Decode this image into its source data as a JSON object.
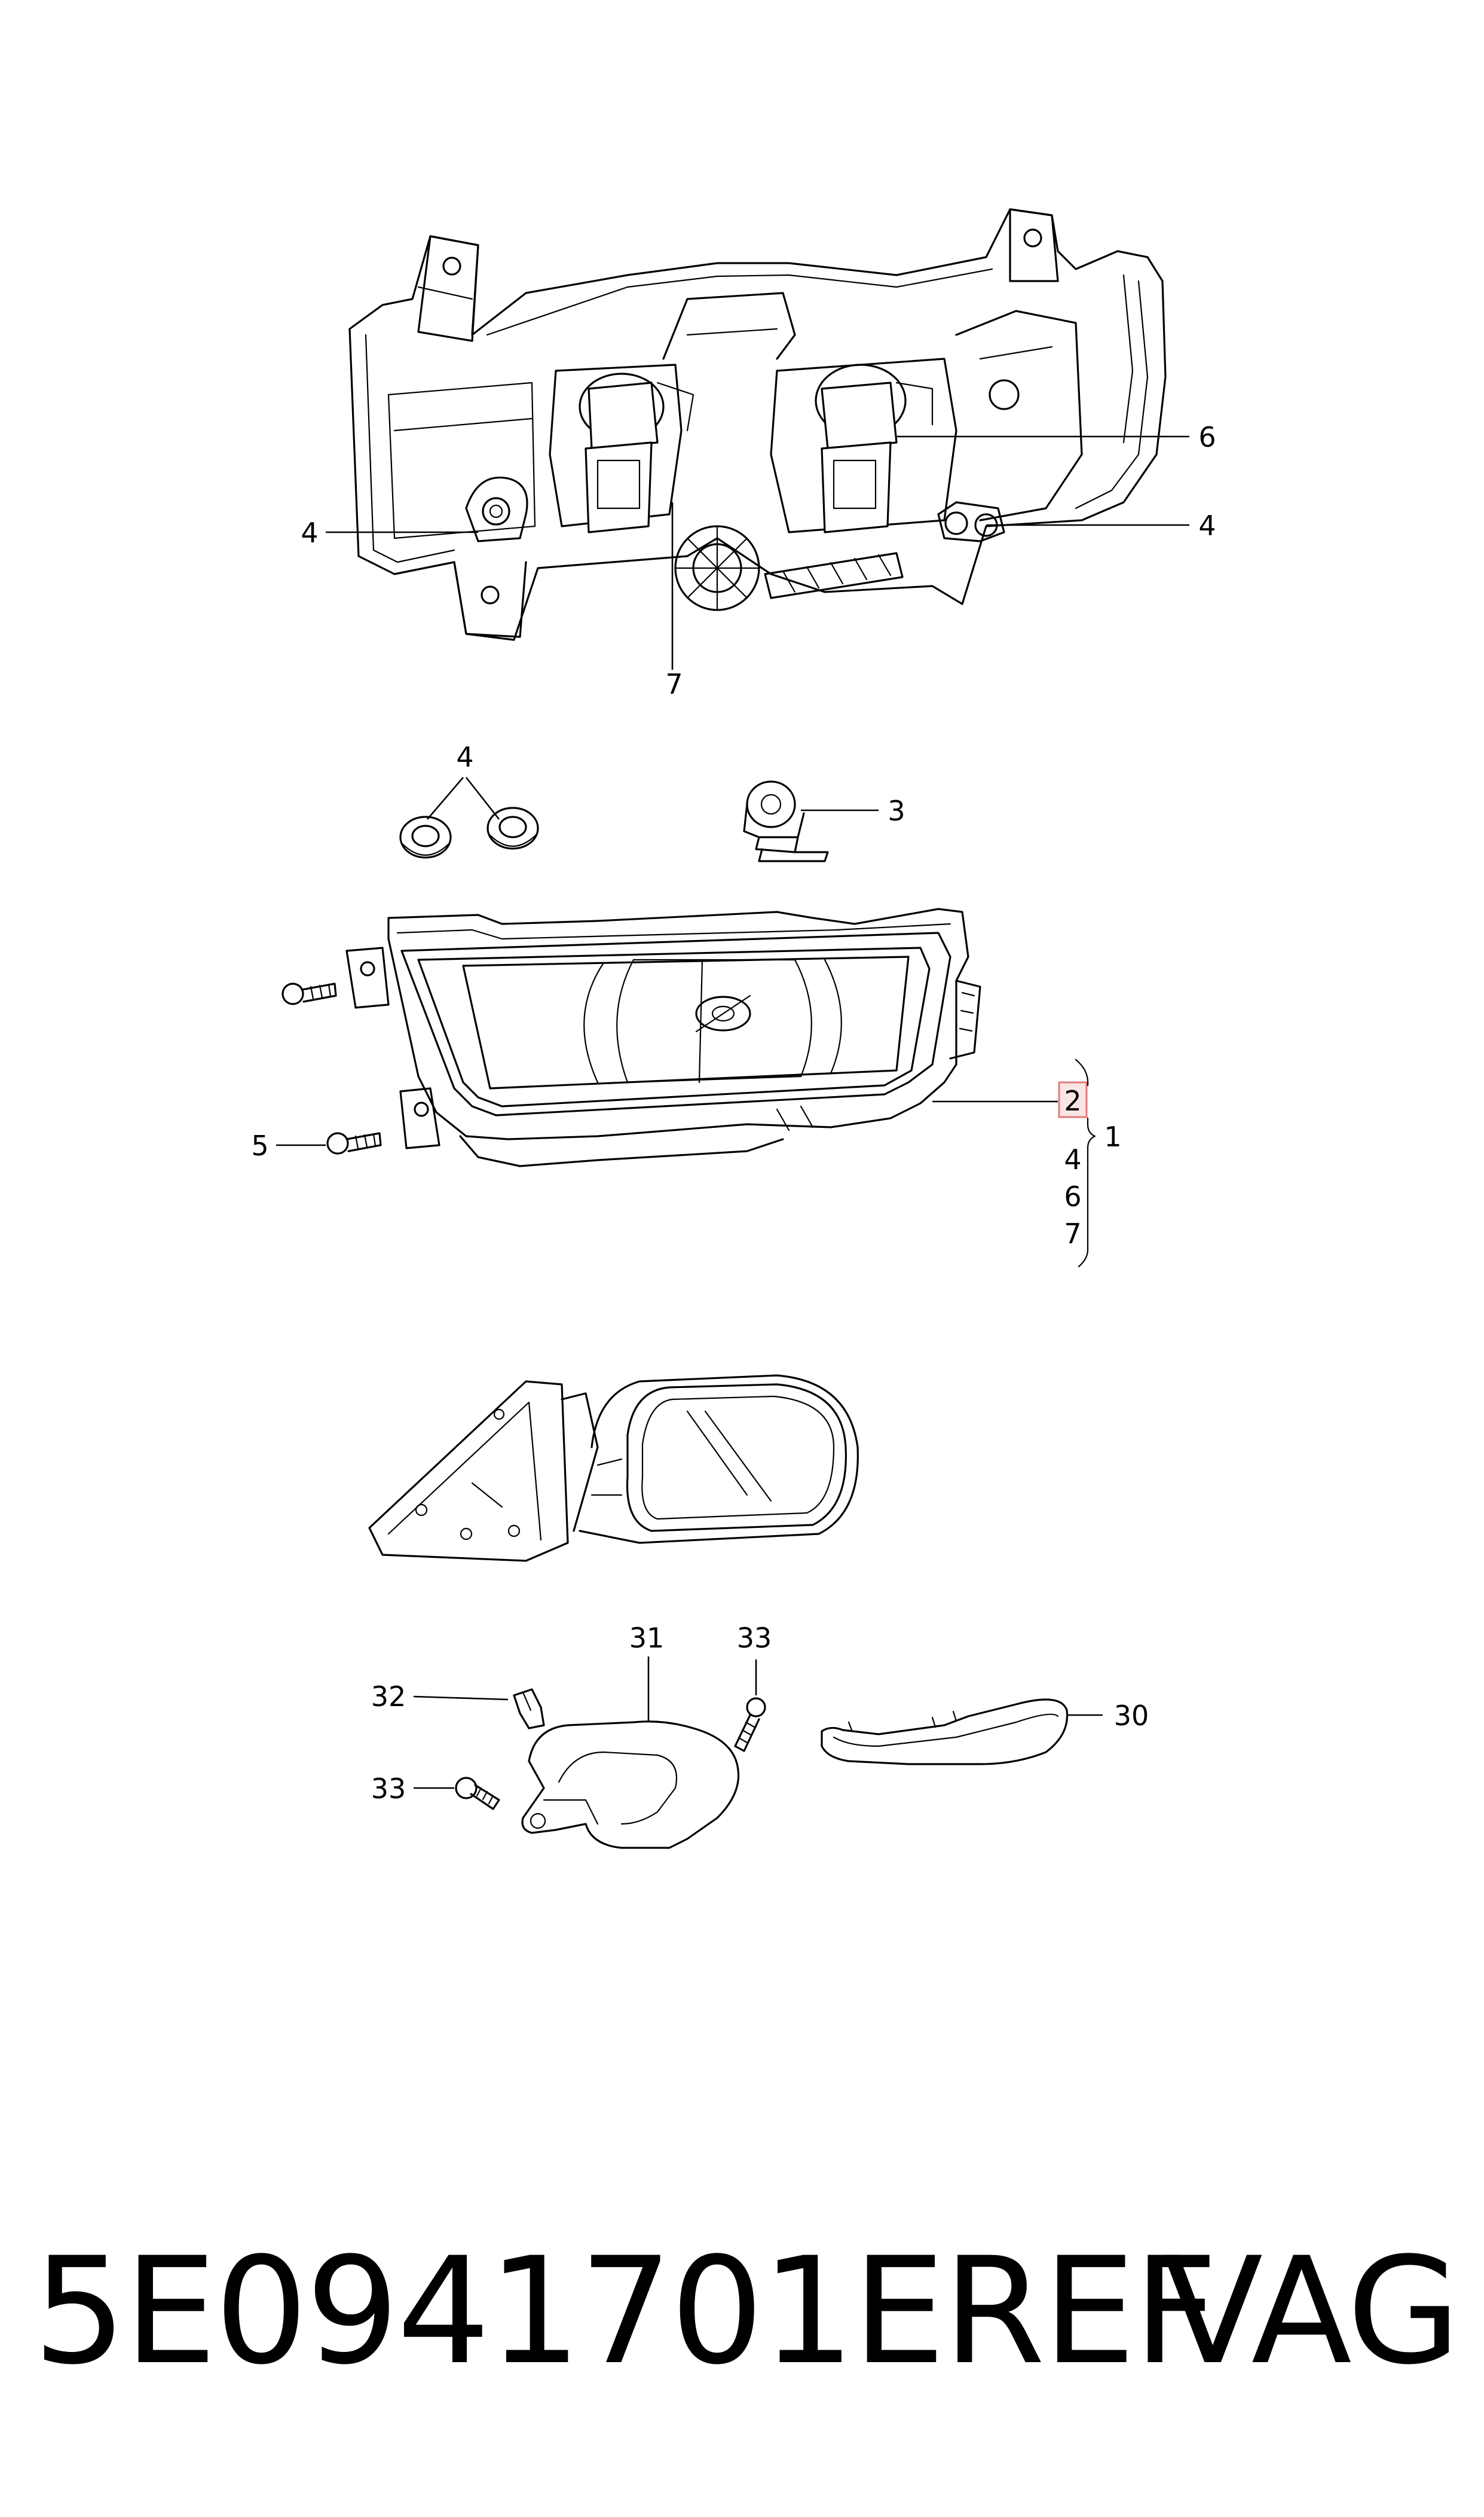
{
  "callouts": {
    "top_left_4": "4",
    "top_right_6": "6",
    "top_right_4": "4",
    "top_bottom_7": "7",
    "seals_4": "4",
    "bulb_3": "3",
    "screw_5": "5",
    "assembly_2": "2",
    "assembly_1": "1",
    "includes_4": "4",
    "includes_6": "6",
    "includes_7": "7",
    "bracket_31": "31",
    "screw_33_top": "33",
    "clip_32": "32",
    "screw_33_left": "33",
    "trim_30": "30"
  },
  "footer": {
    "part_number": "5E0941701EREF",
    "brand": "VAG"
  },
  "colors": {
    "line": "#000000",
    "highlight_fill": "#fde4e4",
    "highlight_stroke": "#e07b7b"
  }
}
